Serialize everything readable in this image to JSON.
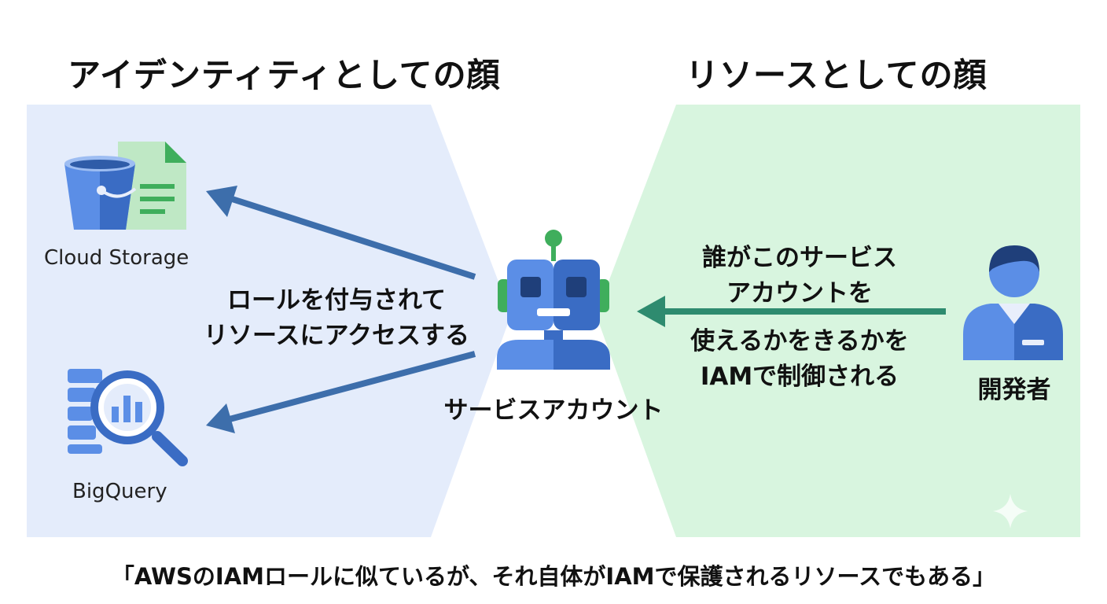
{
  "headings": {
    "identity": "アイデンティティとしての顔",
    "resource": "リソースとしての顔"
  },
  "services": {
    "storage": "Cloud Storage",
    "bigquery": "BigQuery"
  },
  "left_caption": {
    "line1": "ロールを付与されて",
    "line2": "リソースにアクセスする"
  },
  "center_label": "サービスアカウント",
  "right_caption": {
    "top_line1": "誰がこのサービス",
    "top_line2": "アカウントを",
    "bottom_line1": "使えるかをきるかを",
    "bottom_line2": "IAMで制御される"
  },
  "developer_label": "開発者",
  "footer": "「AWSのIAMロールに似ているが、それ自体がIAMで保護されるリソースでもある」",
  "colors": {
    "left_panel": "#e4ecfb",
    "right_panel": "#d8f5df",
    "arrow_blue": "#3d6eab",
    "arrow_green": "#2e8b6f",
    "robot_light": "#5b8ee6",
    "robot_dark": "#3a6cc4",
    "robot_green": "#3fae5c"
  },
  "icons": [
    "bucket-icon",
    "document-icon",
    "bigquery-icon",
    "robot-icon",
    "developer-icon",
    "sparkle-icon"
  ]
}
